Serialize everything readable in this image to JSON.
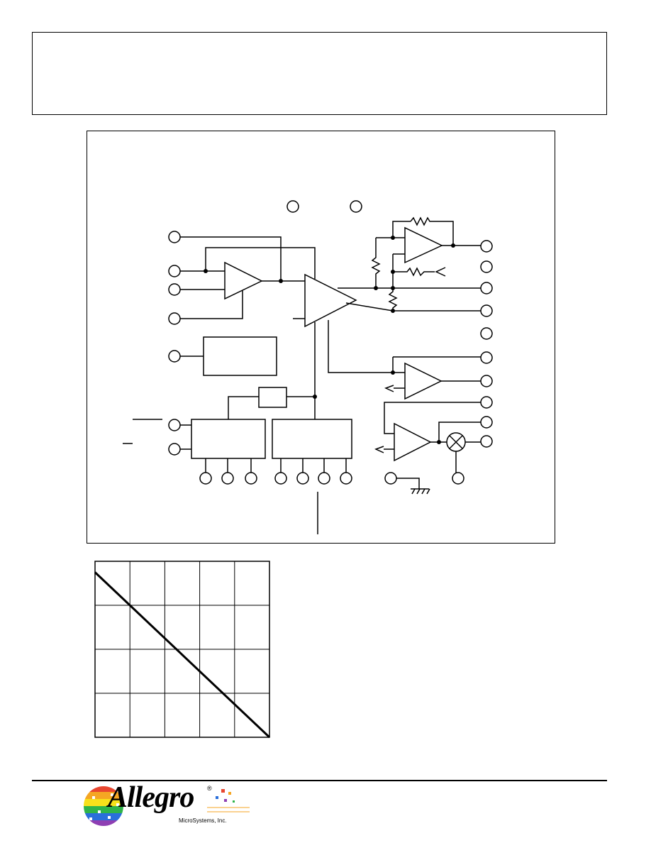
{
  "logo": {
    "wordmark": "Allegro",
    "registered": "®",
    "subtitle": "MicroSystems, Inc."
  },
  "chart_data": {
    "type": "line",
    "title": "",
    "xlabel": "",
    "ylabel": "",
    "xlim": [
      0,
      5
    ],
    "ylim": [
      0,
      4
    ],
    "grid": true,
    "series": [
      {
        "x": [
          0,
          5
        ],
        "y": [
          3.75,
          0
        ]
      }
    ]
  },
  "colors": {
    "line": "#000000",
    "background": "#ffffff",
    "logo_accents": [
      "#e8462f",
      "#f5a623",
      "#f7e11b",
      "#2fb44a",
      "#2a6fdb",
      "#8e3fb3"
    ]
  }
}
